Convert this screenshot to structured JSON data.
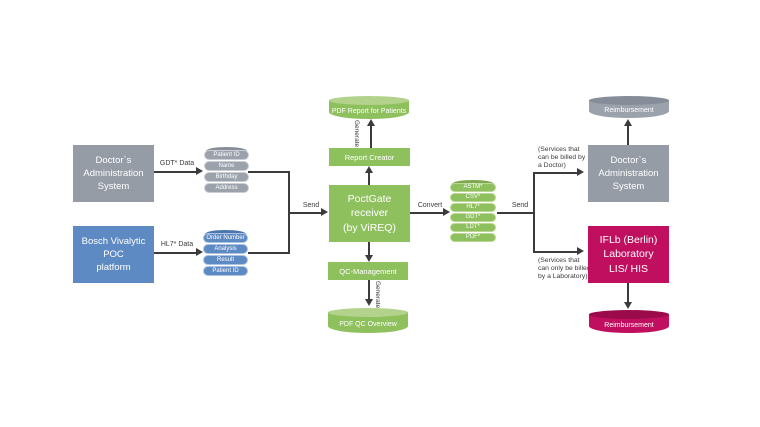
{
  "palette": {
    "green": "#8FC05E",
    "green_light": "#B3D28B",
    "gray": "#959CA6",
    "gray_pill": "#9CA2AC",
    "blue": "#5E8AC4",
    "crimson": "#C10F5F",
    "line": "#3B3B3B",
    "background": "#FFFFFF"
  },
  "nodes": {
    "doctor_left": {
      "text": "Doctor`s\nAdministration\nSystem"
    },
    "bosch": {
      "text": "Bosch Vivalytic\nPOC\nplatform"
    },
    "poctgate": {
      "text": "PoctGate\nreceiver\n(by ViREQ)"
    },
    "report_creator": {
      "text": "Report Creator"
    },
    "qc_management": {
      "text": "QC-Management"
    },
    "pdf_report": {
      "text": "PDF Report for Patients"
    },
    "pdf_qc": {
      "text": "PDF QC Overview"
    },
    "doctor_right": {
      "text": "Doctor`s\nAdministration\nSystem"
    },
    "iflb": {
      "text": "IFLb (Berlin)\nLaboratory\nLIS/ HIS"
    },
    "reimbursement_top": {
      "text": "Reimbursement"
    },
    "reimbursement_bottom": {
      "text": "Reimbursement"
    }
  },
  "stacks": {
    "patient_data": {
      "items": [
        "Patient ID",
        "Name",
        "Birthday",
        "Address"
      ]
    },
    "order_data": {
      "items": [
        "Order Number",
        "Analysis",
        "Result",
        "Patient ID"
      ]
    },
    "formats": {
      "items": [
        "ASTM*",
        "CSV*",
        "HL7*",
        "GDT*",
        "LDT*",
        "PDF*"
      ]
    }
  },
  "labels": {
    "gdt": "GDT* Data",
    "hl7": "HL7* Data",
    "send_left": "Send",
    "convert": "Convert",
    "send_right": "Send",
    "generate_top": "Generate",
    "generate_bottom": "Generate",
    "services_doctor": "(Services that\ncan be billed by\na Doctor)",
    "services_lab": "(Services that\ncan only be billed\nby a Laboratory)"
  }
}
